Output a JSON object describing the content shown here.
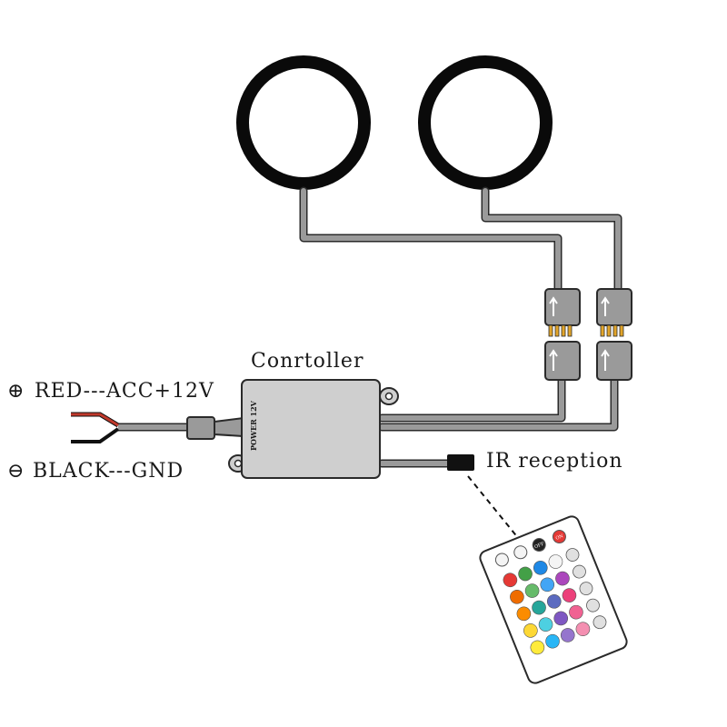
{
  "labels": {
    "controller": "Conrtoller",
    "power": "POWER 12V",
    "red_wire": "RED---ACC+12V",
    "black_wire": "BLACK---GND",
    "ir": "IR reception",
    "remote_off": "OFF",
    "remote_on": "ON"
  },
  "symbols": {
    "positive": "⊕",
    "negative": "⊖"
  },
  "colors": {
    "ring": "#0a0a0a",
    "cable": "#8a8a8a",
    "cable_outline": "#2a2a2a",
    "controller_body": "#cfcfcf",
    "red_wire": "#c0392b",
    "black_wire": "#111111",
    "remote_buttons": [
      "#e53935",
      "#43a047",
      "#1e88e5",
      "#f4f4f4",
      "#ef6c00",
      "#66bb6a",
      "#42a5f5",
      "#ab47bc",
      "#fb8c00",
      "#26a69a",
      "#5c6bc0",
      "#ec407a",
      "#fdd835",
      "#4dd0e1",
      "#7e57c2",
      "#f06292",
      "#ffeb3b",
      "#29b6f6",
      "#9575cd",
      "#f48fb1"
    ]
  }
}
